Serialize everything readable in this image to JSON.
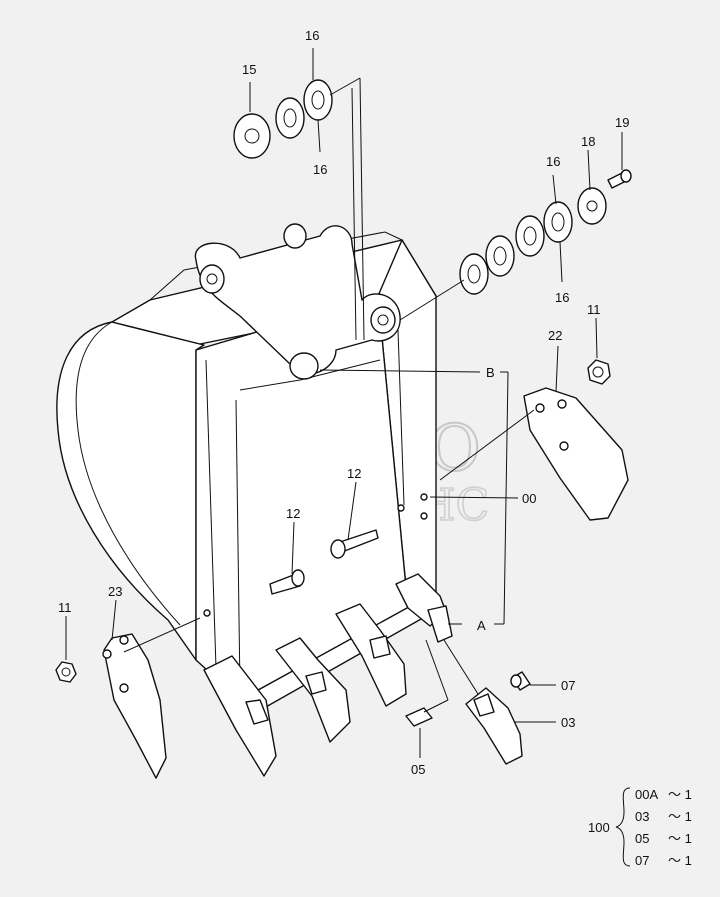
{
  "labels": {
    "l15": "15",
    "l16a": "16",
    "l16b": "16",
    "l16c": "16",
    "l16d": "16",
    "l18": "18",
    "l19": "19",
    "l11a": "11",
    "l11b": "11",
    "l22": "22",
    "lB": "B",
    "l00": "00",
    "l12a": "12",
    "l12b": "12",
    "l23": "23",
    "lA": "A",
    "l07": "07",
    "l03": "03",
    "l05": "05"
  },
  "watermark": {
    "line1": "АВТО",
    "line2": "АЛЬЯНС"
  },
  "kit": {
    "number": "100",
    "rows": [
      {
        "part": "00A",
        "qty": "～ 1"
      },
      {
        "part": "03",
        "qty": "～ 1"
      },
      {
        "part": "05",
        "qty": "～ 1"
      },
      {
        "part": "07",
        "qty": "～ 1"
      }
    ]
  },
  "colors": {
    "ink": "#111111",
    "background": "#f1f1f1",
    "watermark": "#c8c8c8"
  }
}
